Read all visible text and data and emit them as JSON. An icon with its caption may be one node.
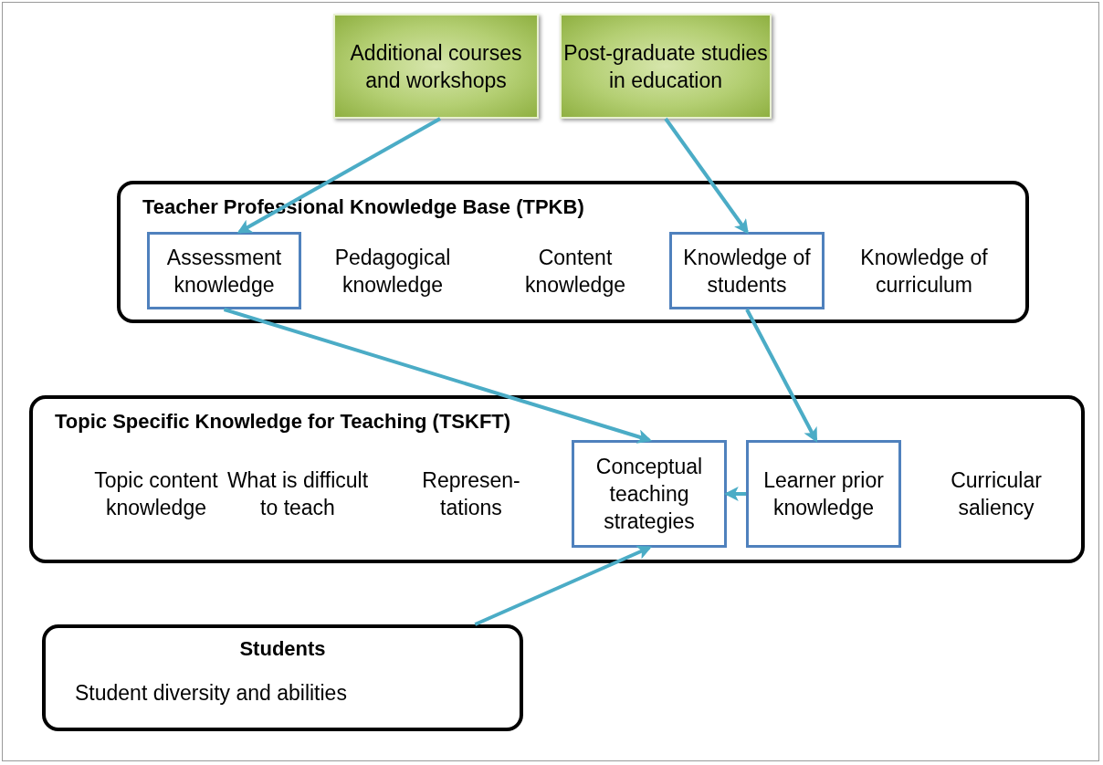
{
  "diagram": {
    "nodes": [
      {
        "text": [
          "Additional courses and workshops"
        ]
      },
      {
        "text": [
          "Post-graduate studies in education"
        ]
      },
      {
        "text": [
          "Teacher Professional Knowledge Base (TPKB)"
        ]
      },
      {
        "text": [
          "Assessment knowledge"
        ],
        "in": 2
      },
      {
        "text": [
          "Pedagogical knowledge"
        ],
        "in": 2
      },
      {
        "text": [
          "Content knowledge"
        ],
        "in": 2
      },
      {
        "text": [
          "Knowledge of students"
        ],
        "in": 2
      },
      {
        "text": [
          "Knowledge of curriculum"
        ],
        "in": 2
      },
      {
        "text": [
          "Topic Specific Knowledge for Teaching (TSKFT)"
        ]
      },
      {
        "text": [
          "Topic content knowledge"
        ],
        "in": 8
      },
      {
        "text": [
          "What is difficult to teach"
        ],
        "in": 8
      },
      {
        "text": [
          "Represen- tations"
        ],
        "in": 8
      },
      {
        "text": [
          "Conceptual teaching strategies"
        ],
        "in": 8
      },
      {
        "text": [
          "Learner prior knowledge"
        ],
        "in": 8
      },
      {
        "text": [
          "Curricular saliency"
        ],
        "in": 8
      },
      {
        "text": [
          "Students",
          "Student diversity and abilities"
        ]
      }
    ],
    "edges": [
      {
        "from": 0,
        "to": 3,
        "arrow": "to"
      },
      {
        "from": 1,
        "to": 6,
        "arrow": "to"
      },
      {
        "from": 3,
        "to": 12,
        "arrow": "to"
      },
      {
        "from": 6,
        "to": 13,
        "arrow": "to"
      },
      {
        "from": 13,
        "to": 12,
        "arrow": "to"
      },
      {
        "from": 15,
        "to": 12,
        "arrow": "to"
      }
    ]
  }
}
